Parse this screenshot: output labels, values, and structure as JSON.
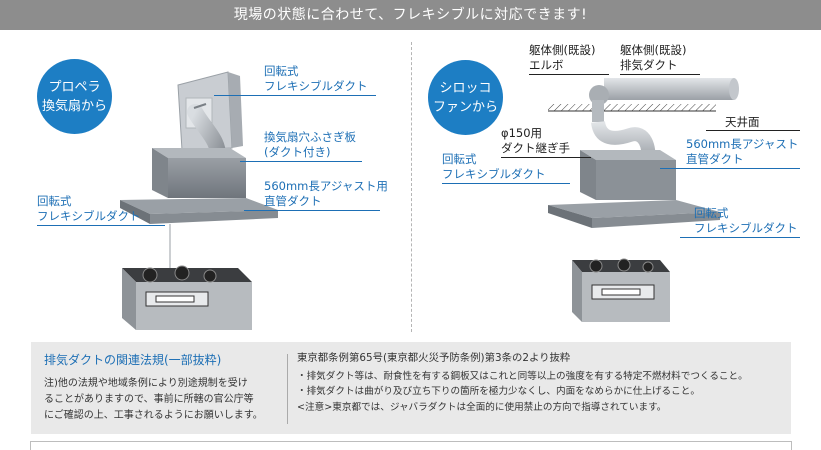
{
  "header": {
    "title": "現場の状態に合わせて、フレキシブルに対応できます!"
  },
  "left": {
    "badge": [
      "プロペラ",
      "換気扇から"
    ],
    "labels": {
      "rotary_top": [
        "回転式",
        "フレキシブルダクト"
      ],
      "hole_plate": [
        "換気扇穴ふさぎ板",
        "(ダクト付き)"
      ],
      "straight_duct": [
        "560mm長アジャスト用",
        "直管ダクト"
      ],
      "rotary_left": [
        "回転式",
        "フレキシブルダクト"
      ]
    }
  },
  "right": {
    "badge": [
      "シロッコ",
      "ファンから"
    ],
    "labels": {
      "elbow": [
        "躯体側(既設)",
        "エルボ"
      ],
      "exhaust_duct": [
        "躯体側(既設)",
        "排気ダクト"
      ],
      "ceiling": "天井面",
      "joint": [
        "φ150用",
        "ダクト継ぎ手"
      ],
      "rotary_left": [
        "回転式",
        "フレキシブルダクト"
      ],
      "straight_duct": [
        "560mm長アジャスト",
        "直管ダクト"
      ],
      "rotary_bottom": [
        "回転式",
        "フレキシブルダクト"
      ]
    }
  },
  "notes": {
    "title": "排気ダクトの関連法規(一部抜粋)",
    "left_text": [
      "注)他の法規や地域条例により別途規制を受け",
      "ることがありますので、事前に所轄の官公庁等",
      "にご確認の上、工事されるようにお願いします。"
    ],
    "right_lines": [
      "東京都条例第65号(東京都火災予防条例)第3条の2より抜粋",
      "・排気ダクト等は、耐食性を有する鋼板又はこれと同等以上の強度を有する特定不燃材料でつくること。",
      "・排気ダクトは曲がり及び立ち下りの箇所を極力少なくし、内面をなめらかに仕上げること。",
      "<注意>東京都では、ジャバラダクトは全面的に使用禁止の方向で指導されています。"
    ]
  },
  "colors": {
    "accent": "#1d7ec4",
    "header_bg": "#8d8d8d",
    "notes_bg": "#e9e9e9"
  }
}
